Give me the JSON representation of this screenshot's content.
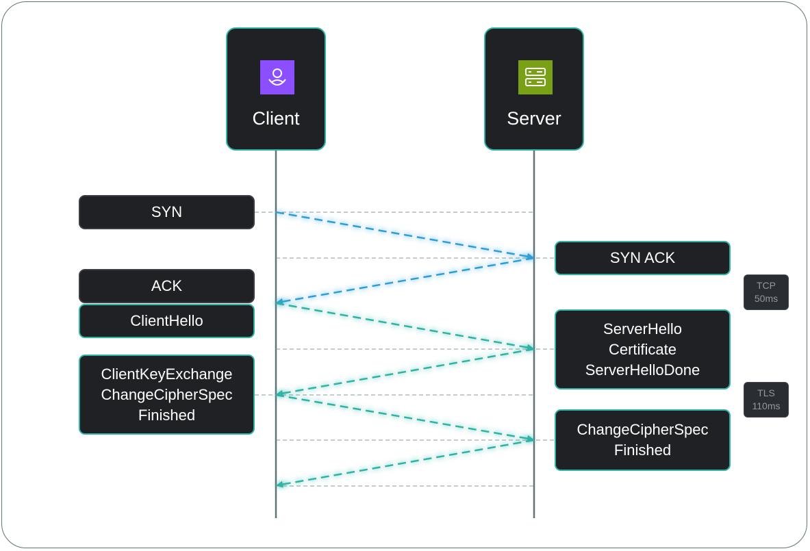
{
  "actors": {
    "client": {
      "label": "Client",
      "icon": "user-icon",
      "color": "#8c4fff"
    },
    "server": {
      "label": "Server",
      "icon": "server-icon",
      "color": "#7aa116"
    }
  },
  "messages": {
    "syn": "SYN",
    "syn_ack": "SYN ACK",
    "ack": "ACK",
    "client_hello": "ClientHello",
    "server_hello": "ServerHello\nCertificate\nServerHelloDone",
    "client_key_exchange": "ClientKeyExchange\nChangeCipherSpec\nFinished",
    "server_finished": "ChangeCipherSpec\nFinished"
  },
  "badges": {
    "tcp": "TCP\n50ms",
    "tls": "TLS\n110ms"
  },
  "colors": {
    "tcp_arrow": "#2e9fd6",
    "tls_arrow": "#2fb3a4",
    "border": "#2fb3a4",
    "box": "#1f2124"
  }
}
